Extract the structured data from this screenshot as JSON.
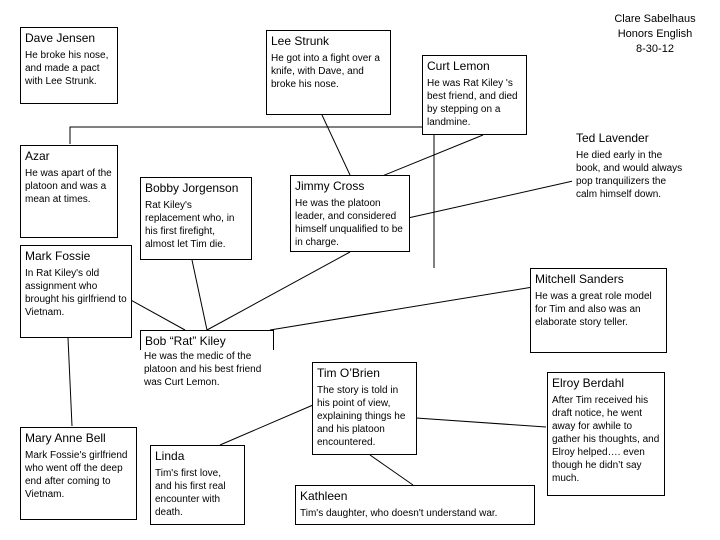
{
  "header": {
    "author": "Clare Sabelhaus",
    "course": "Honors English",
    "date": "8-30-12"
  },
  "characters": {
    "dave_jensen": {
      "name": "Dave Jensen",
      "desc": "He broke his nose, and made a pact with Lee Strunk."
    },
    "lee_strunk": {
      "name": "Lee Strunk",
      "desc": "He got into a fight over a knife, with Dave, and broke his nose."
    },
    "curt_lemon": {
      "name": "Curt Lemon",
      "desc": "He was Rat Kiley 's best friend, and died by stepping on a landmine."
    },
    "ted_lavender": {
      "name": "Ted Lavender",
      "desc": "He died early in the book, and would always pop tranquilizers the calm himself down."
    },
    "azar": {
      "name": "Azar",
      "desc": "He was apart of the platoon and was a mean at times."
    },
    "bobby_jorgenson": {
      "name": "Bobby Jorgenson",
      "desc": "Rat Kiley's replacement who, in his first firefight, almost let Tim die."
    },
    "jimmy_cross": {
      "name": "Jimmy Cross",
      "desc": "He was the platoon leader, and considered himself unqualified to be in charge."
    },
    "mark_fossie": {
      "name": "Mark Fossie",
      "desc": "In Rat Kiley's old assignment who brought his girlfriend to Vietnam."
    },
    "mitchell_sanders": {
      "name": "Mitchell Sanders",
      "desc": "He was a great role model for Tim and also was an elaborate story teller."
    },
    "rat_kiley": {
      "name": "Bob “Rat” Kiley",
      "desc": "He was the medic of the platoon and his best friend was Curt Lemon."
    },
    "tim_obrien": {
      "name": "Tim O’Brien",
      "desc": "The story is told in his point of view, explaining things he and his platoon encountered."
    },
    "elroy_berdahl": {
      "name": "Elroy Berdahl",
      "desc": "After Tim received his draft notice, he went away for awhile to gather his thoughts, and Elroy helped…. even though he didn’t say much."
    },
    "mary_anne_bell": {
      "name": "Mary Anne Bell",
      "desc": "Mark Fossie's girlfriend who went off the deep end after coming to Vietnam."
    },
    "linda": {
      "name": "Linda",
      "desc": "Tim's first love, and his first real encounter with death."
    },
    "kathleen": {
      "name": "Kathleen",
      "desc": "Tim's daughter, who doesn't understand war."
    }
  }
}
